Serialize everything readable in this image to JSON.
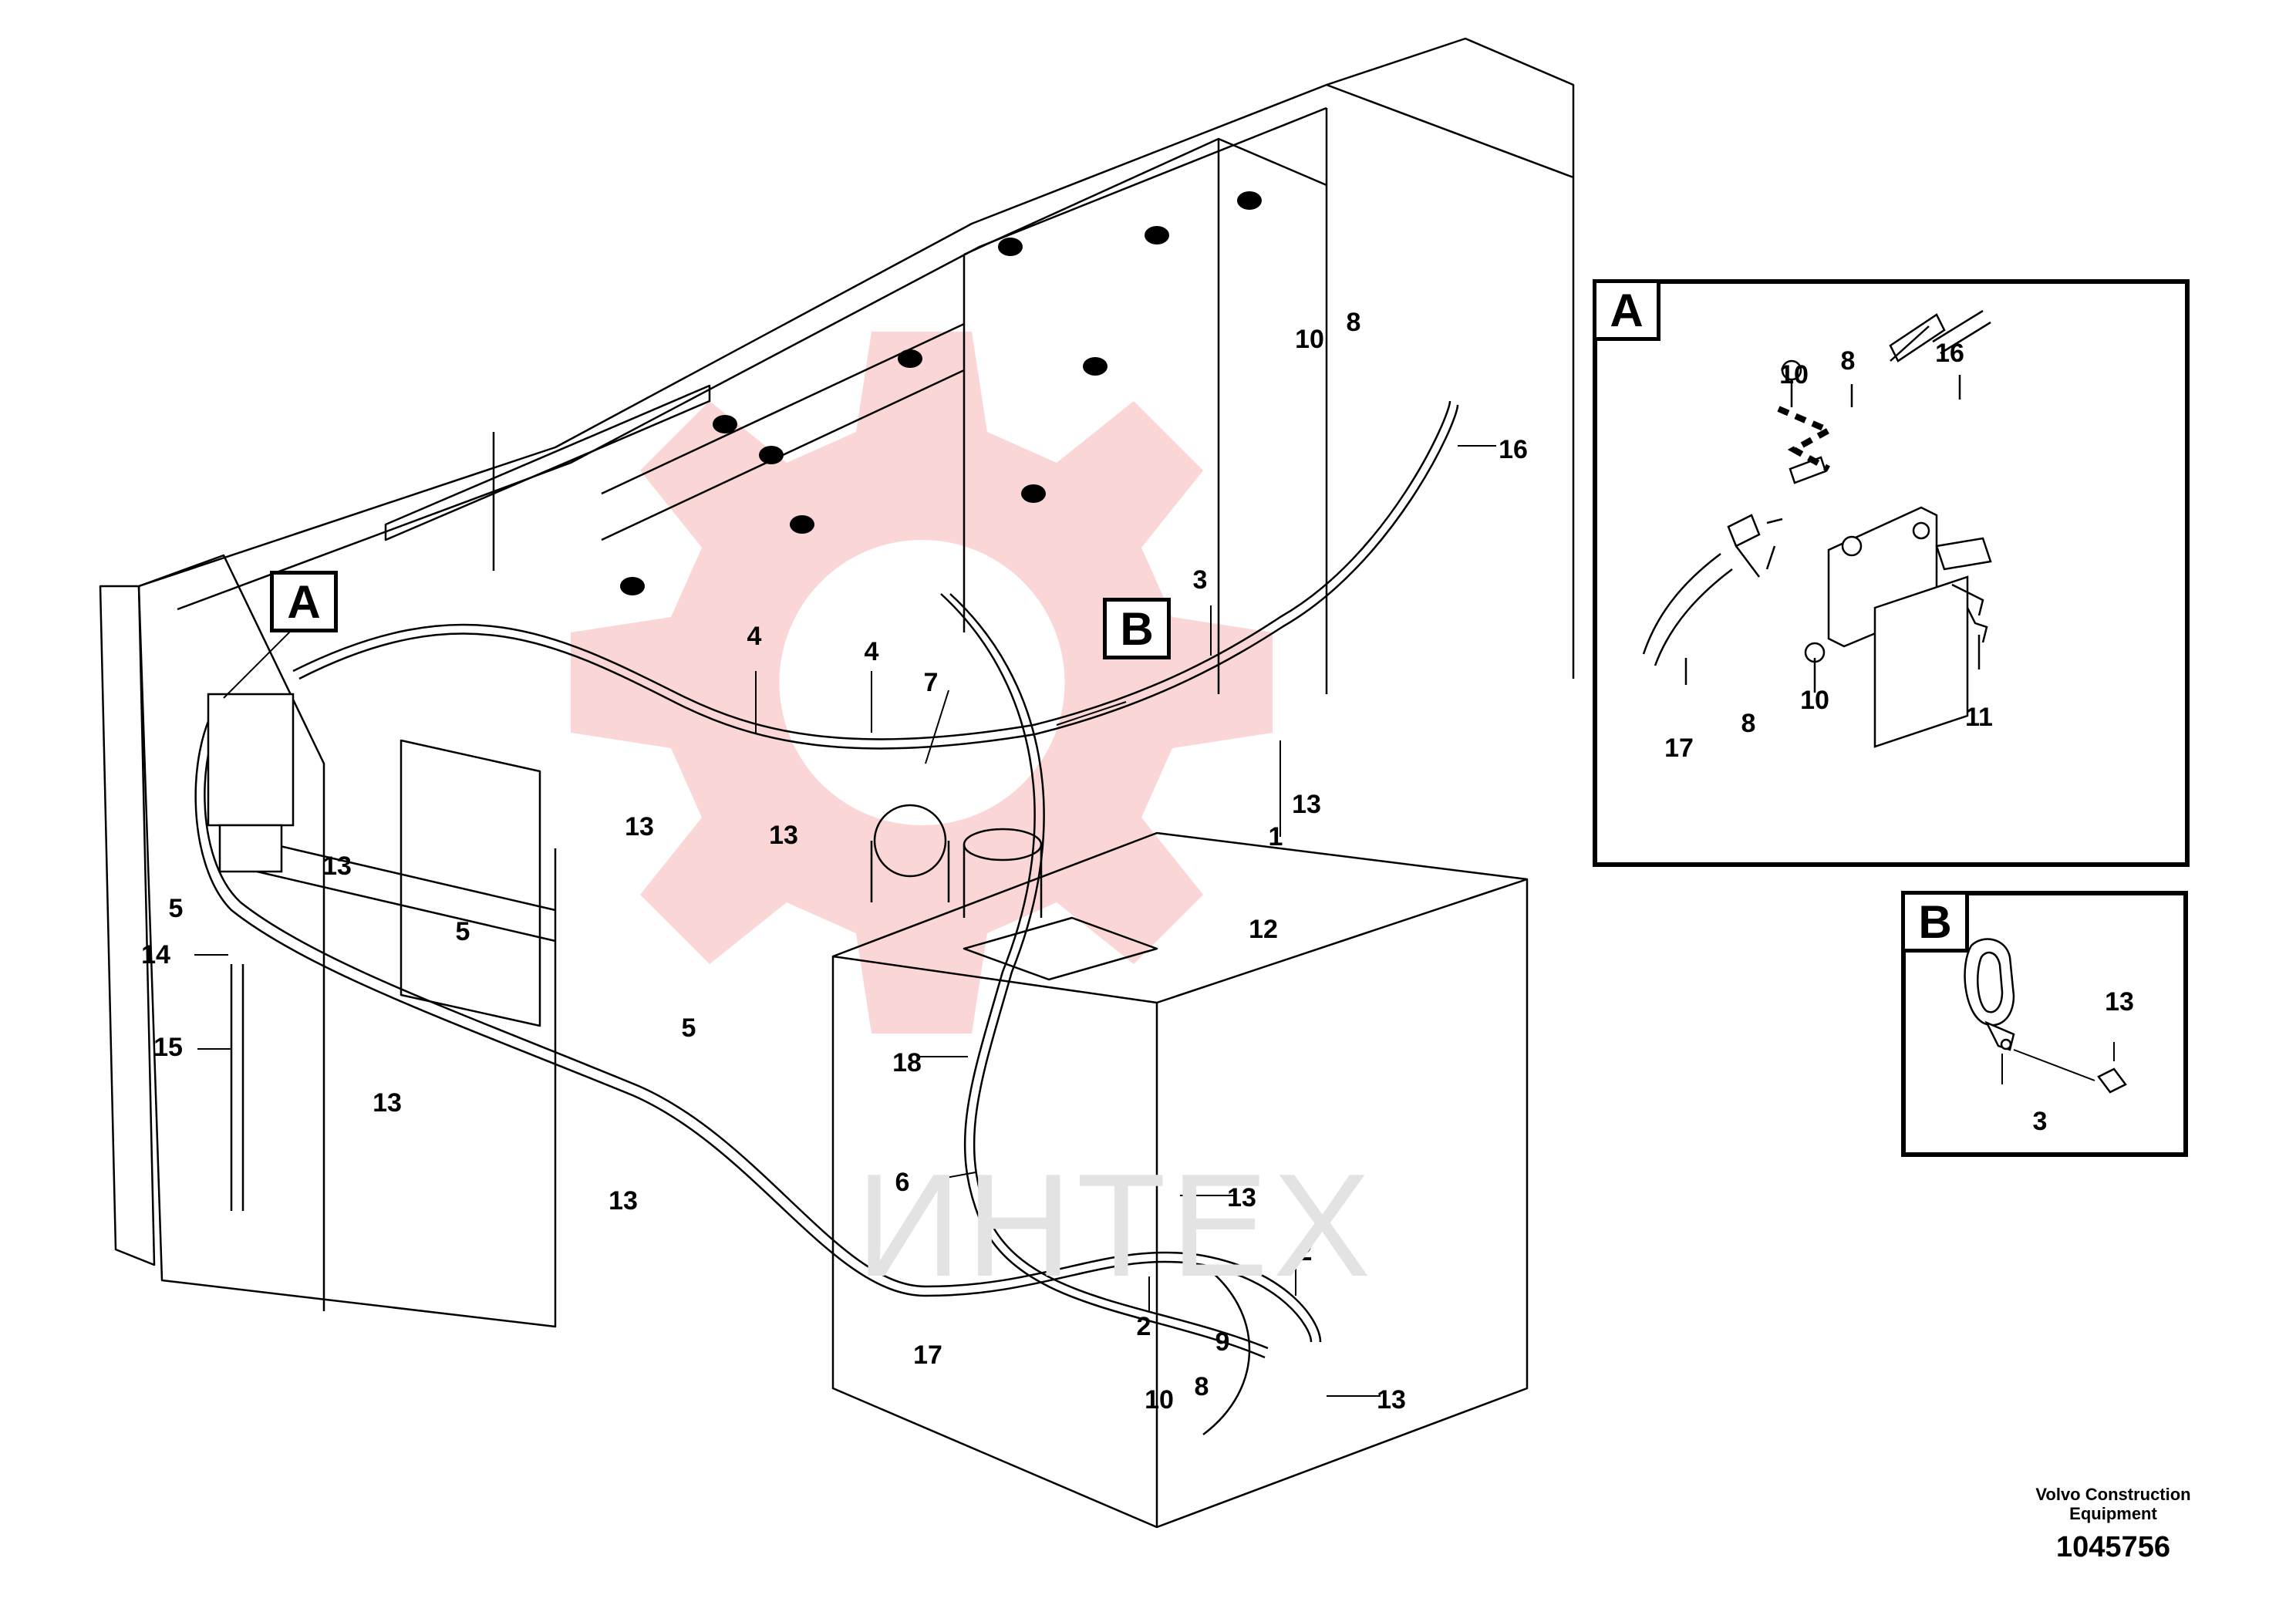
{
  "callouts": {
    "c10_top": "10",
    "c8_top": "8",
    "c16_top": "16",
    "c3_mid": "3",
    "c4_left": "4",
    "c4_right": "4",
    "c7": "7",
    "c13_a": "13",
    "c13_b": "13",
    "c13_c": "13",
    "c1": "1",
    "c12": "12",
    "c13_filter": "13",
    "c5_filter": "5",
    "c14": "14",
    "c15": "15",
    "c5_mid": "5",
    "c13_mid": "13",
    "c5_low": "5",
    "c13_low": "13",
    "c18": "18",
    "c6": "6",
    "c13_tank": "13",
    "c2_right": "2",
    "c2_left": "2",
    "c17": "17",
    "c9": "9",
    "c10_bot": "10",
    "c8_bot": "8",
    "c13_bot": "13"
  },
  "view_labels": {
    "a_main": "A",
    "b_main": "B"
  },
  "detail_a": {
    "label": "A",
    "callouts": {
      "c10": "10",
      "c8": "8",
      "c16": "16",
      "c10_low": "10",
      "c8_low": "8",
      "c17": "17",
      "c11": "11"
    }
  },
  "detail_b": {
    "label": "B",
    "callouts": {
      "c13": "13",
      "c3": "3"
    }
  },
  "watermark": {
    "text": "ИНТЕХ",
    "color": "#f4a6a6"
  },
  "credit": {
    "line1": "Volvo Construction",
    "line2": "Equipment",
    "drawing_number": "1045756"
  }
}
